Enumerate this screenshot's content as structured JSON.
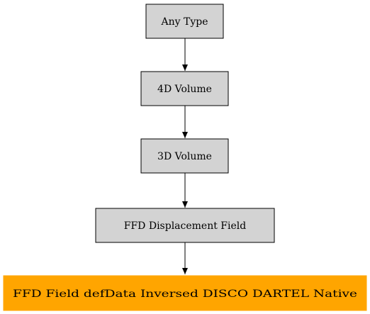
{
  "colors": {
    "node_fill": "#d3d3d3",
    "highlight_fill": "#ffa500",
    "stroke": "#000000",
    "background": "#ffffff"
  },
  "nodes": [
    {
      "label": "Any Type",
      "highlight": false
    },
    {
      "label": "4D Volume",
      "highlight": false
    },
    {
      "label": "3D Volume",
      "highlight": false
    },
    {
      "label": "FFD Displacement Field",
      "highlight": false
    },
    {
      "label": "FFD Field defData Inversed DISCO DARTEL Native",
      "highlight": true
    }
  ]
}
